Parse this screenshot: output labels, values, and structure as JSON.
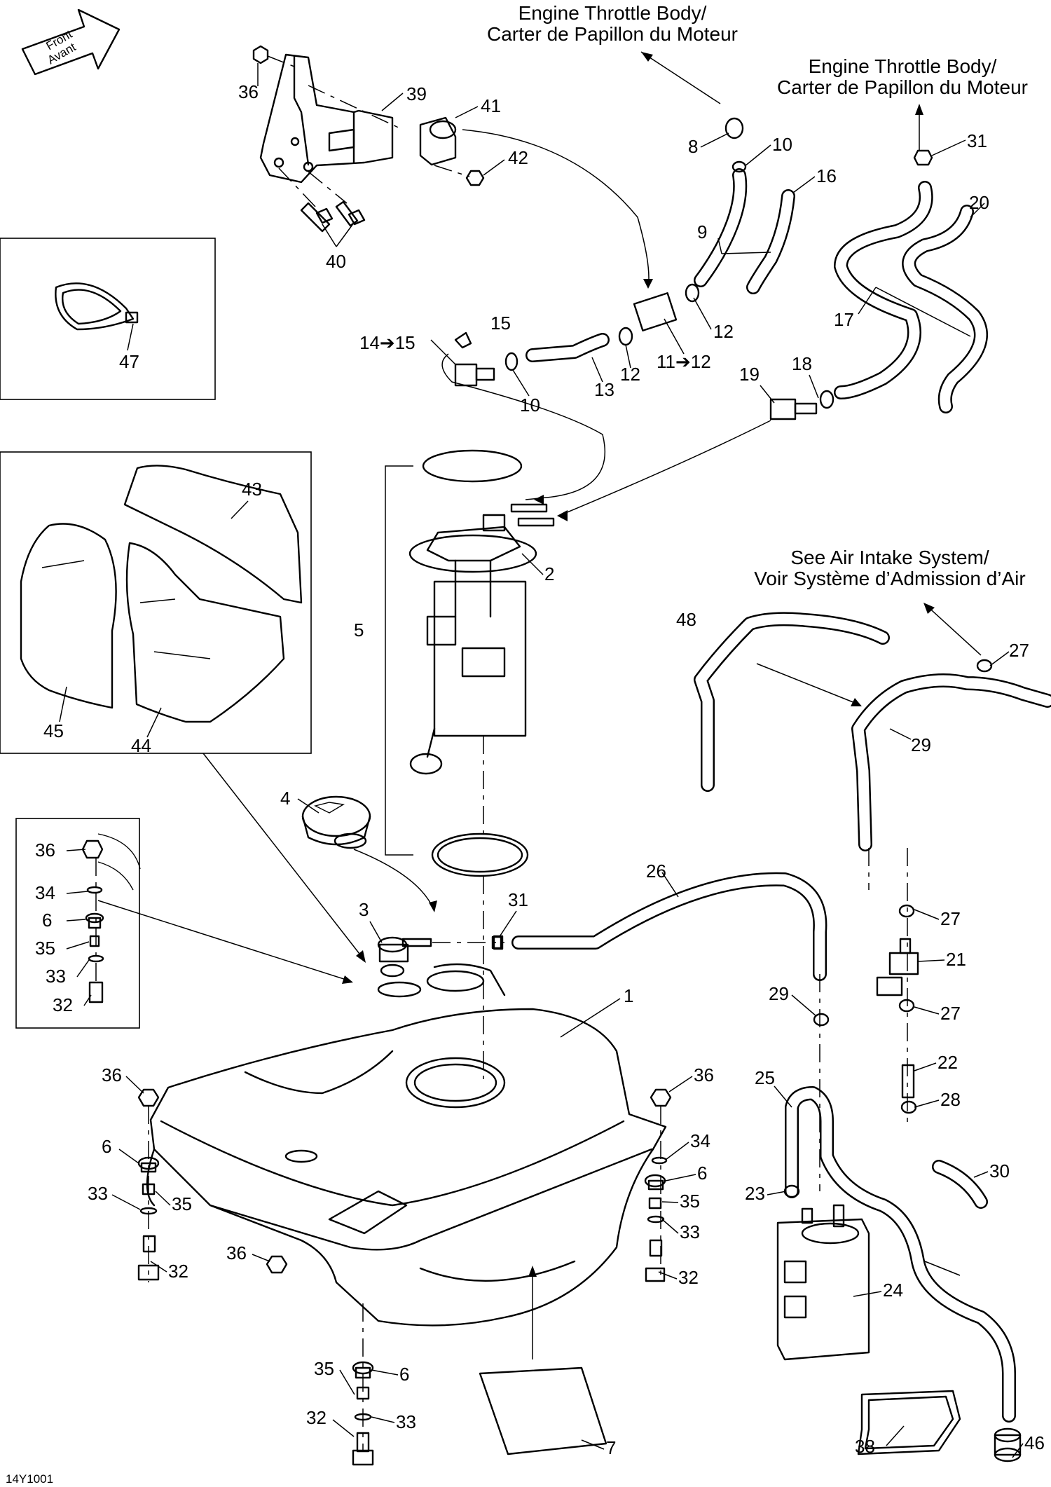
{
  "front_arrow": {
    "line1": "Front",
    "line2": "Avant"
  },
  "callouts": {
    "throttle_body_1": {
      "line1": "Engine Throttle Body/",
      "line2": "Carter de Papillon du Moteur"
    },
    "throttle_body_2": {
      "line1": "Engine Throttle Body/",
      "line2": "Carter de Papillon du Moteur"
    },
    "air_intake": {
      "line1": "See Air Intake System/",
      "line2": "Voir Système d’Admission d’Air"
    }
  },
  "labels": {
    "l1": "1",
    "l2": "2",
    "l3": "3",
    "l4": "4",
    "l5": "5",
    "l6": "6",
    "l7": "7",
    "l8": "8",
    "l9": "9",
    "l10": "10",
    "l12": "12",
    "l13": "13",
    "l14to15": "14➔15",
    "l15": "15",
    "l16": "16",
    "l17": "17",
    "l18": "18",
    "l19": "19",
    "l20": "20",
    "l21": "21",
    "l22": "22",
    "l23": "23",
    "l24": "24",
    "l25": "25",
    "l26": "26",
    "l27": "27",
    "l28": "28",
    "l29": "29",
    "l30": "30",
    "l31": "31",
    "l32": "32",
    "l33": "33",
    "l34": "34",
    "l35": "35",
    "l36": "36",
    "l38": "38",
    "l39": "39",
    "l40": "40",
    "l41": "41",
    "l42": "42",
    "l43": "43",
    "l44": "44",
    "l45": "45",
    "l46": "46",
    "l47": "47",
    "l48": "48",
    "l11to12": "11➔12"
  },
  "drawing_id": "14Y1001",
  "icons": [
    "front-arrow-icon"
  ]
}
